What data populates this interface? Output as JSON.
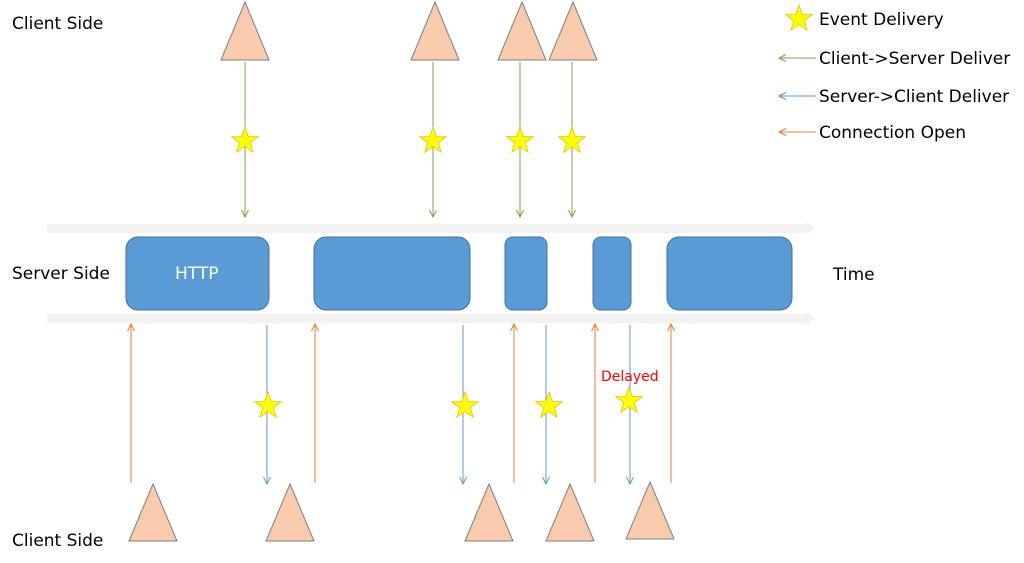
{
  "labels": {
    "client_side_top": "Client Side",
    "server_side": "Server Side",
    "client_side_bottom": "Client Side",
    "time": "Time",
    "http": "HTTP",
    "delayed": "Delayed"
  },
  "legend": {
    "event_delivery": "Event Delivery",
    "client_to_server": "Client->Server Deliver",
    "server_to_client": "Server->Client Deliver",
    "connection_open": "Connection Open"
  },
  "colors": {
    "box_fill": "#5b9bd5",
    "box_stroke": "#41719c",
    "triangle_fill": "#f8cbad",
    "triangle_stroke": "#7f7f7f",
    "star_fill": "#ffff00",
    "star_stroke": "#e6c200",
    "green_arrow": "#70ad47",
    "blue_arrow": "#5b9bd5",
    "orange_arrow": "#ed7d31",
    "delayed_text": "#ff0000",
    "timeline": "#f2f2f2"
  }
}
